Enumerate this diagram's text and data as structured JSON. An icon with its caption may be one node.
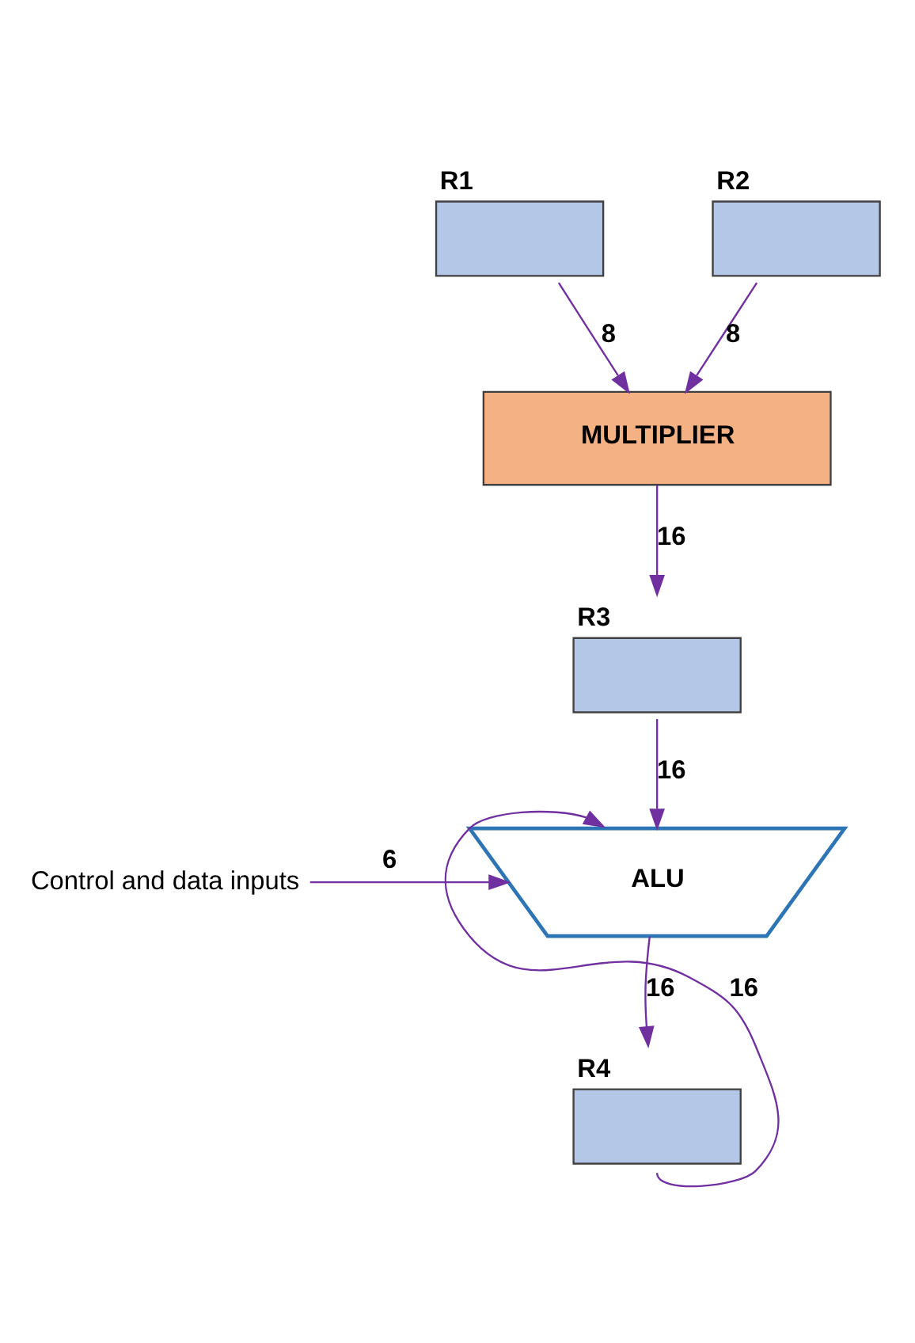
{
  "diagram": {
    "nodes": [
      {
        "text": [
          "R1"
        ]
      },
      {
        "text": [
          "R2"
        ]
      },
      {
        "text": [
          "MULTIPLIER"
        ]
      },
      {
        "text": [
          "R3"
        ]
      },
      {
        "text": [
          "ALU"
        ]
      },
      {
        "text": [
          "Control and data inputs"
        ]
      },
      {
        "text": [
          "R4"
        ]
      }
    ],
    "edges": [
      {
        "from": 0,
        "to": 2,
        "arrow": "to",
        "label": "8"
      },
      {
        "from": 1,
        "to": 2,
        "arrow": "to",
        "label": "8"
      },
      {
        "from": 2,
        "to": 3,
        "arrow": "to",
        "label": "16"
      },
      {
        "from": 6,
        "to": 4,
        "arrow": "to",
        "label": "16"
      },
      {
        "from": 3,
        "to": 4,
        "arrow": "to",
        "label": "16"
      },
      {
        "from": 5,
        "to": 4,
        "arrow": "to",
        "label": "6"
      },
      {
        "from": 4,
        "to": 6,
        "arrow": "to",
        "label": "16"
      }
    ]
  }
}
